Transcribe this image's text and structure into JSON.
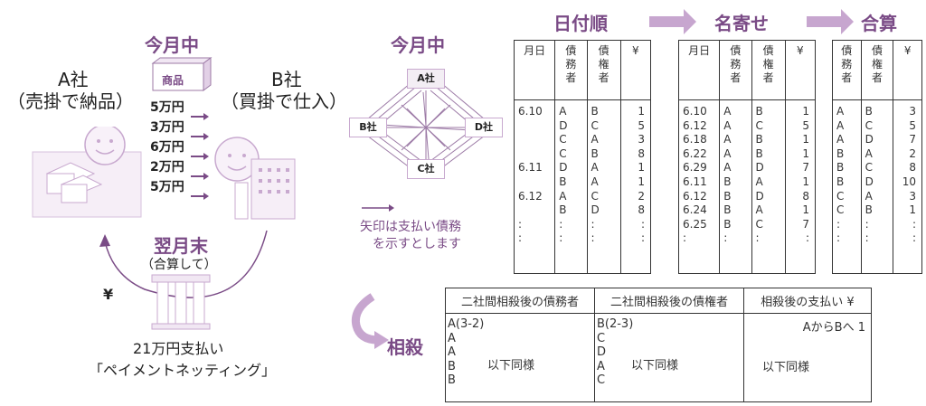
{
  "left": {
    "title": "今月中",
    "company_a": "A社",
    "company_a_sub": "（売掛で納品）",
    "company_b": "B社",
    "company_b_sub": "（買掛で仕入）",
    "box_label": "商品",
    "amounts": [
      "5万円",
      "3万円",
      "6万円",
      "2万円",
      "5万円"
    ],
    "month_end": "翌月末",
    "month_end_sub": "（合算して）",
    "yen": "¥",
    "payment": "21万円支払い",
    "payment_sub": "「ペイメントネッティング」"
  },
  "center": {
    "title": "今月中",
    "nodes": [
      "A社",
      "B社",
      "C社",
      "D社"
    ],
    "note_line1": "矢印は支払い債務",
    "note_line2": "を示すとします",
    "netting_label": "相殺"
  },
  "stages": [
    "日付順",
    "名寄せ",
    "合算"
  ],
  "tables": {
    "date_order": {
      "headers": [
        "月日",
        "債\n務\n者",
        "債\n権\n者",
        "¥"
      ],
      "dates": "6.10\n\n\n\n6.11\n\n6.12\n\n:\n:",
      "debtors": "A\nD\nC\nC\nD\nB\nA\nB\n:\n:",
      "creditors": "B\nC\nA\nB\nA\nA\nC\nD\n:\n:",
      "amounts": "1\n5\n3\n8\n1\n1\n2\n8\n:\n:"
    },
    "name_sort": {
      "headers": [
        "月日",
        "債\n務\n者",
        "債\n権\n者",
        "¥"
      ],
      "dates": "6.10\n6.12\n6.18\n6.22\n6.29\n6.11\n6.12\n6.24\n6.25\n:",
      "debtors": "A\nA\nA\nA\nA\nB\nB\nB\nB\n:",
      "creditors": "B\nC\nB\nB\nD\nA\nD\nA\nC\n:",
      "amounts": "1\n5\n1\n1\n7\n1\n8\n1\n7\n:"
    },
    "sum": {
      "headers": [
        "債\n務\n者",
        "債\n権\n者",
        "¥"
      ],
      "debtors": "A\nA\nA\nB\nB\nB\nC\nC\n:\n:",
      "creditors": "B\nC\nD\nA\nC\nD\nA\nB\n:\n:",
      "amounts": "3\n5\n7\n2\n8\n10\n3\n1\n:\n:"
    }
  },
  "netting_table": {
    "headers": [
      "二社間相殺後の債務者",
      "二社間相殺後の債権者",
      "相殺後の支払い ¥"
    ],
    "debtors": "A(3-2)\nA\nA\nB\nB",
    "creditors": "B(2-3)\nC\nD\nA\nC",
    "payment": "AからBへ 1",
    "same": "以下同様"
  }
}
